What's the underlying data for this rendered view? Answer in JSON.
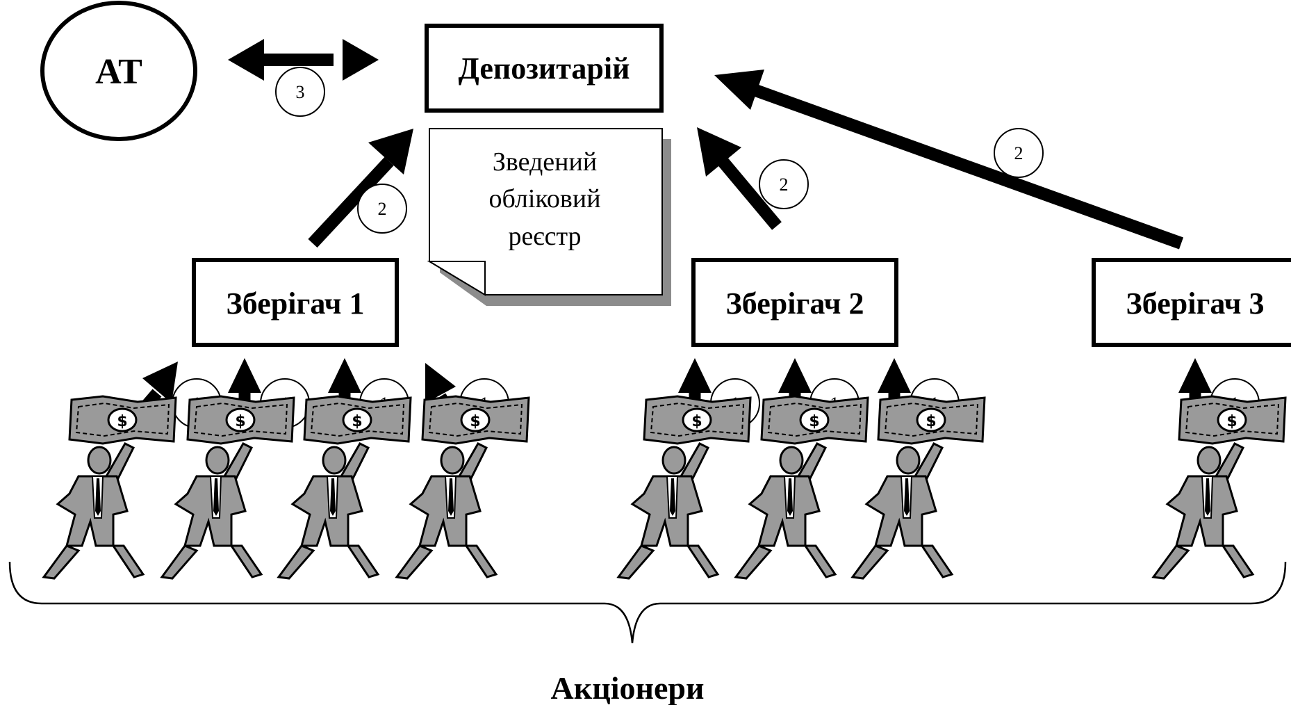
{
  "nodes": {
    "at": "АТ",
    "depository": "Депозитарій",
    "custodian_1": "Зберігач 1",
    "custodian_2": "Зберігач 2",
    "custodian_3": "Зберігач 3"
  },
  "register_doc": {
    "lines": [
      "Зведений",
      "обліковий",
      "реєстр"
    ]
  },
  "steps": {
    "one": "1",
    "two": "2",
    "three": "3"
  },
  "shareholders_label": "Акціонери",
  "colors": {
    "ink": "#000000",
    "shadow": "#8c8c8c",
    "figure_gray": "#9a9a9a",
    "background": "#ffffff"
  }
}
